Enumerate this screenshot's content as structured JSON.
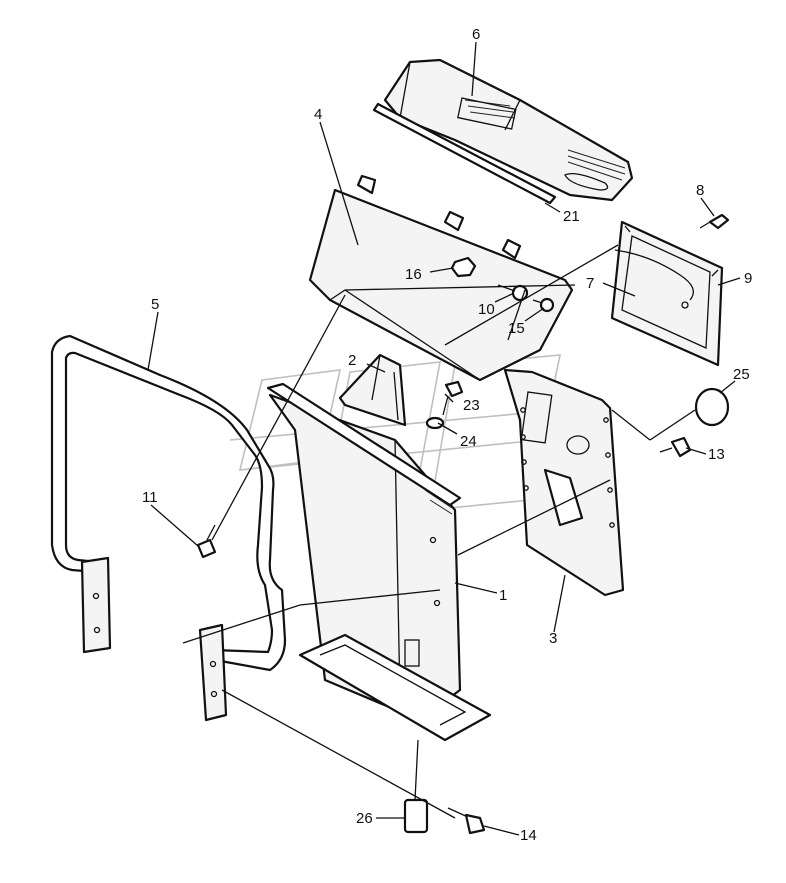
{
  "callouts": [
    {
      "label": "1"
    },
    {
      "label": "2"
    },
    {
      "label": "3"
    },
    {
      "label": "4"
    },
    {
      "label": "5"
    },
    {
      "label": "6"
    },
    {
      "label": "7"
    },
    {
      "label": "8"
    },
    {
      "label": "9"
    },
    {
      "label": "10"
    },
    {
      "label": "11"
    },
    {
      "label": "13"
    },
    {
      "label": "14"
    },
    {
      "label": "15"
    },
    {
      "label": "16"
    },
    {
      "label": "21"
    },
    {
      "label": "23"
    },
    {
      "label": "24"
    },
    {
      "label": "25"
    },
    {
      "label": "26"
    }
  ],
  "colors": {
    "line": "#111111",
    "background": "#ffffff",
    "watermark": "#bfbfbf"
  }
}
